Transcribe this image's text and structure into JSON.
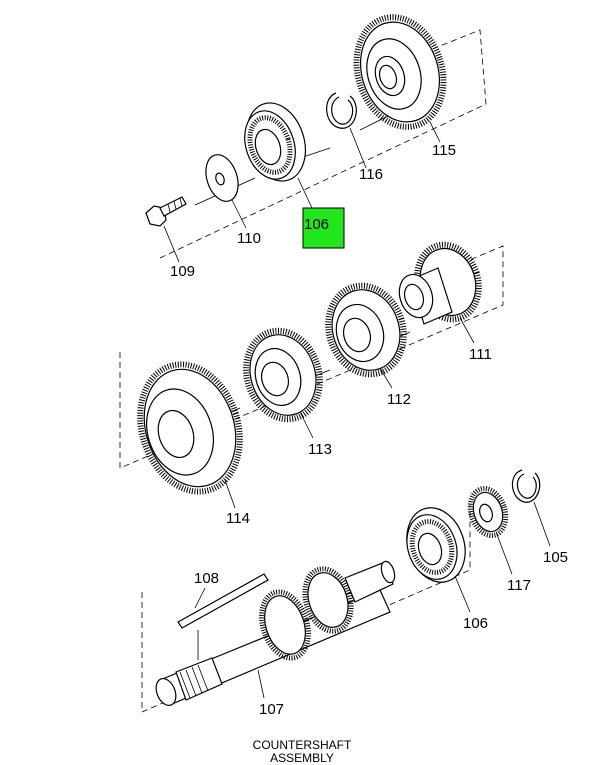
{
  "caption": "COUNTERSHAFT\nASSEMBLY",
  "highlight_color": "#22e51c",
  "callouts": {
    "c106_top": "106",
    "c109": "109",
    "c110": "110",
    "c116": "116",
    "c115": "115",
    "c111": "111",
    "c112": "112",
    "c113": "113",
    "c114": "114",
    "c105": "105",
    "c117": "117",
    "c106_bottom": "106",
    "c108": "108",
    "c107": "107"
  }
}
